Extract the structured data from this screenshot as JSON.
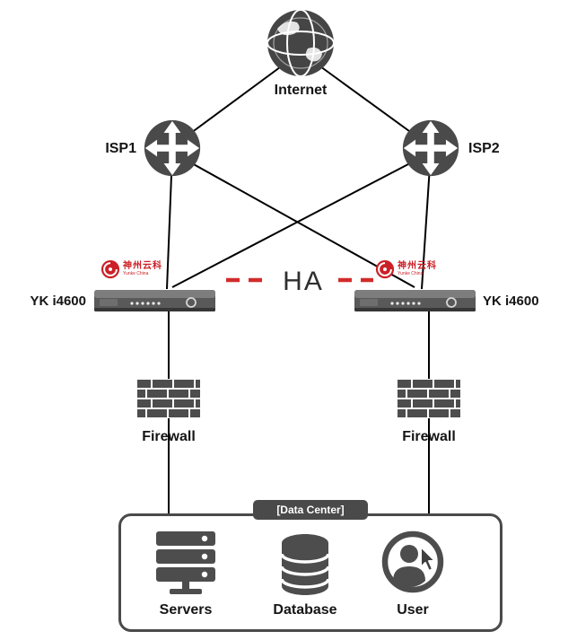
{
  "diagram": {
    "internet": {
      "label": "Internet"
    },
    "isp_left": {
      "label": "ISP1"
    },
    "isp_right": {
      "label": "ISP2"
    },
    "ha_link": {
      "label": "HA"
    },
    "appliance_left": {
      "device_label": "YK i4600",
      "vendor_cn": "神州云科",
      "vendor_en": "Yunke China"
    },
    "appliance_right": {
      "device_label": "YK i4600",
      "vendor_cn": "神州云科",
      "vendor_en": "Yunke China"
    },
    "firewall_left": {
      "label": "Firewall"
    },
    "firewall_right": {
      "label": "Firewall"
    },
    "data_center": {
      "label": "[Data Center]",
      "servers_label": "Servers",
      "database_label": "Database",
      "user_label": "User"
    },
    "colors": {
      "node_gray": "#4a4a4a",
      "logo_red": "#cc2027",
      "ha_dash_red": "#d22b2b",
      "line_black": "#000000"
    }
  }
}
